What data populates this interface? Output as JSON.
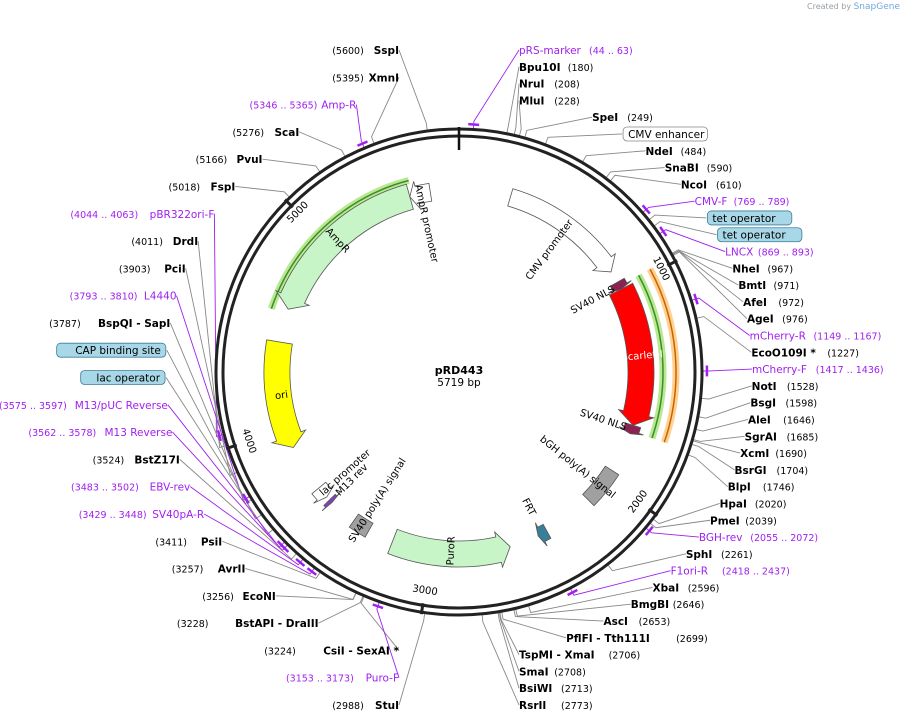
{
  "app": {
    "credit_prefix": "Created by",
    "brand": "SnapGene"
  },
  "plasmid": {
    "name": "pRD443",
    "size": "5719 bp",
    "length": 5719
  },
  "colors": {
    "enzyme": "#000000",
    "primer": "#a020f0",
    "boxFill": "#a8d8e8",
    "boxStroke": "#3c7d9a",
    "AmpR": "#c8f5c8",
    "ori": "#ffff00",
    "mScarlet": "#ff0000",
    "PuroR": "#c8f5c8",
    "sv40nls": "#8b2252",
    "signal": "#a0a0a0",
    "promoterFill": "#ffffff",
    "frt": "#3a7f99",
    "rim": "#333333"
  },
  "ticks": [
    {
      "label": "1000",
      "bp": 1000
    },
    {
      "label": "2000",
      "bp": 2000
    },
    {
      "label": "3000",
      "bp": 3000
    },
    {
      "label": "4000",
      "bp": 4000
    },
    {
      "label": "5000",
      "bp": 5000
    }
  ],
  "features": [
    {
      "name": "CMV promoter",
      "kind": "promoter",
      "start": 260,
      "end": 900,
      "dir": 1,
      "r": 182,
      "label_pos": "inner"
    },
    {
      "name": "SV40 NLS",
      "kind": "nls",
      "start": 960,
      "end": 1000,
      "dir": 1,
      "r": 182,
      "label_pos": "inner"
    },
    {
      "name": "mScarlet-I",
      "kind": "cds",
      "start": 1000,
      "end": 1700,
      "dir": 1,
      "r": 182,
      "label_pos": "on"
    },
    {
      "name": "SV40 NLS",
      "kind": "nls",
      "start": 1700,
      "end": 1745,
      "dir": 1,
      "r": 182,
      "label_pos": "inner"
    },
    {
      "name": "bGH poly(A) signal",
      "kind": "signal",
      "start": 1950,
      "end": 2140,
      "dir": 0,
      "r": 182,
      "label_pos": "inner"
    },
    {
      "name": "FRT",
      "kind": "frt",
      "start": 2400,
      "end": 2450,
      "dir": 1,
      "r": 182,
      "label_pos": "inner"
    },
    {
      "name": "PuroR",
      "kind": "cds",
      "start": 2600,
      "end": 3200,
      "dir": -1,
      "r": 182,
      "label_pos": "on"
    },
    {
      "name": "SV40 poly(A) signal",
      "kind": "signal",
      "start": 3330,
      "end": 3420,
      "dir": 0,
      "r": 182,
      "label_pos": "inner"
    },
    {
      "name": "M13 rev",
      "kind": "primer_bind",
      "start": 3562,
      "end": 3580,
      "dir": -1,
      "r": 182,
      "label_pos": "inner"
    },
    {
      "name": "lac promoter",
      "kind": "promoter",
      "start": 3600,
      "end": 3660,
      "dir": -1,
      "r": 182,
      "label_pos": "inner"
    },
    {
      "name": "ori",
      "kind": "ori",
      "start": 3900,
      "end": 4440,
      "dir": -1,
      "r": 182,
      "label_pos": "on"
    },
    {
      "name": "AmpR",
      "kind": "cds",
      "start": 4610,
      "end": 5470,
      "dir": -1,
      "r": 182,
      "label_pos": "on"
    },
    {
      "name": "AmpR promoter",
      "kind": "promoter",
      "start": 5470,
      "end": 5575,
      "dir": -1,
      "r": 182,
      "label_pos": "inner"
    }
  ],
  "highlights": [
    {
      "name": "AmpR",
      "start": 4585,
      "end": 5485,
      "r": 198,
      "color": "#b8e890",
      "line": "#3c8c2c"
    },
    {
      "name": "mScarlet-I",
      "start": 980,
      "end": 1730,
      "r": 204,
      "color": "#b8e890",
      "line": "#3c8c2c"
    },
    {
      "name": "mScarlet-I orange",
      "start": 980,
      "end": 1730,
      "r": 217,
      "color": "#ffd090",
      "line": "#c86400"
    }
  ],
  "labels": [
    {
      "text": "SspI",
      "pos": "(5600)",
      "bp": 5600,
      "type": "enzyme",
      "side": "L"
    },
    {
      "text": "XmnI",
      "pos": "(5395)",
      "bp": 5395,
      "type": "enzyme",
      "side": "L"
    },
    {
      "text": "Amp-R",
      "pos": "(5346 .. 5365)",
      "bp": 5355,
      "type": "primer",
      "side": "L"
    },
    {
      "text": "ScaI",
      "pos": "(5276)",
      "bp": 5276,
      "type": "enzyme",
      "side": "L"
    },
    {
      "text": "PvuI",
      "pos": "(5166)",
      "bp": 5166,
      "type": "enzyme",
      "side": "L"
    },
    {
      "text": "FspI",
      "pos": "(5018)",
      "bp": 5018,
      "type": "enzyme",
      "side": "L"
    },
    {
      "text": "pBR322ori-F",
      "pos": "(4044 .. 4063)",
      "bp": 4053,
      "type": "primer",
      "side": "L"
    },
    {
      "text": "DrdI",
      "pos": "(4011)",
      "bp": 4011,
      "type": "enzyme",
      "side": "L"
    },
    {
      "text": "PciI",
      "pos": "(3903)",
      "bp": 3903,
      "type": "enzyme",
      "side": "L"
    },
    {
      "text": "L4440",
      "pos": "(3793 .. 3810)",
      "bp": 3801,
      "type": "primer",
      "side": "L"
    },
    {
      "text": "BspQI - SapI",
      "pos": "(3787)",
      "bp": 3787,
      "type": "enzyme",
      "side": "L"
    },
    {
      "text": "CAP binding site",
      "pos": "",
      "bp": 3720,
      "type": "box",
      "side": "L"
    },
    {
      "text": "M13/pUC Reverse",
      "pos": "(3575 .. 3597)",
      "bp": 3586,
      "type": "primer",
      "side": "L"
    },
    {
      "text": "lac operator",
      "pos": "",
      "bp": 3650,
      "type": "box",
      "side": "L"
    },
    {
      "text": "M13 Reverse",
      "pos": "(3562 .. 3578)",
      "bp": 3570,
      "type": "primer",
      "side": "L"
    },
    {
      "text": "BstZ17I",
      "pos": "(3524)",
      "bp": 3524,
      "type": "enzyme",
      "side": "L"
    },
    {
      "text": "EBV-rev",
      "pos": "(3483 .. 3502)",
      "bp": 3492,
      "type": "primer",
      "side": "L"
    },
    {
      "text": "SV40pA-R",
      "pos": "(3429 .. 3448)",
      "bp": 3438,
      "type": "primer",
      "side": "L"
    },
    {
      "text": "PsiI",
      "pos": "(3411)",
      "bp": 3411,
      "type": "enzyme",
      "side": "L"
    },
    {
      "text": "AvrII",
      "pos": "(3257)",
      "bp": 3257,
      "type": "enzyme",
      "side": "L"
    },
    {
      "text": "EcoNI",
      "pos": "(3256)",
      "bp": 3256,
      "type": "enzyme",
      "side": "L"
    },
    {
      "text": "BstAPI - DraIII",
      "pos": "(3228)",
      "bp": 3228,
      "type": "enzyme",
      "side": "L"
    },
    {
      "text": "CsiI - SexAI *",
      "pos": "(3224)",
      "bp": 3224,
      "type": "enzyme",
      "side": "L"
    },
    {
      "text": "Puro-F",
      "pos": "(3153 .. 3173)",
      "bp": 3163,
      "type": "primer",
      "side": "L"
    },
    {
      "text": "StuI",
      "pos": "(2988)",
      "bp": 2988,
      "type": "enzyme",
      "side": "L"
    },
    {
      "text": "pRS-marker",
      "pos": "(44 .. 63)",
      "bp": 54,
      "type": "primer",
      "side": "R"
    },
    {
      "text": "Bpu10I",
      "pos": "(180)",
      "bp": 180,
      "type": "enzyme",
      "side": "R"
    },
    {
      "text": "NruI",
      "pos": "(208)",
      "bp": 208,
      "type": "enzyme",
      "side": "R"
    },
    {
      "text": "MluI",
      "pos": "(228)",
      "bp": 228,
      "type": "enzyme",
      "side": "R"
    },
    {
      "text": "SpeI",
      "pos": "(249)",
      "bp": 249,
      "type": "enzyme",
      "side": "R"
    },
    {
      "text": "CMV enhancer",
      "pos": "",
      "bp": 330,
      "type": "featbox",
      "side": "R"
    },
    {
      "text": "NdeI",
      "pos": "(484)",
      "bp": 484,
      "type": "enzyme",
      "side": "R"
    },
    {
      "text": "SnaBI",
      "pos": "(590)",
      "bp": 590,
      "type": "enzyme",
      "side": "R"
    },
    {
      "text": "NcoI",
      "pos": "(610)",
      "bp": 610,
      "type": "enzyme",
      "side": "R"
    },
    {
      "text": "CMV-F",
      "pos": "(769 .. 789)",
      "bp": 779,
      "type": "primer",
      "side": "R"
    },
    {
      "text": "tet operator",
      "pos": "",
      "bp": 815,
      "type": "box",
      "side": "R"
    },
    {
      "text": "tet operator",
      "pos": "",
      "bp": 845,
      "type": "box",
      "side": "R"
    },
    {
      "text": "LNCX",
      "pos": "(869 .. 893)",
      "bp": 881,
      "type": "primer",
      "side": "R"
    },
    {
      "text": "NheI",
      "pos": "(967)",
      "bp": 967,
      "type": "enzyme",
      "side": "R"
    },
    {
      "text": "BmtI",
      "pos": "(971)",
      "bp": 971,
      "type": "enzyme",
      "side": "R"
    },
    {
      "text": "AfeI",
      "pos": "(972)",
      "bp": 972,
      "type": "enzyme",
      "side": "R"
    },
    {
      "text": "AgeI",
      "pos": "(976)",
      "bp": 976,
      "type": "enzyme",
      "side": "R"
    },
    {
      "text": "mCherry-R",
      "pos": "(1149 .. 1167)",
      "bp": 1158,
      "type": "primer",
      "side": "R"
    },
    {
      "text": "EcoO109I *",
      "pos": "(1227)",
      "bp": 1227,
      "type": "enzyme",
      "side": "R"
    },
    {
      "text": "mCherry-F",
      "pos": "(1417 .. 1436)",
      "bp": 1426,
      "type": "primer",
      "side": "R"
    },
    {
      "text": "NotI",
      "pos": "(1528)",
      "bp": 1528,
      "type": "enzyme",
      "side": "R"
    },
    {
      "text": "BsgI",
      "pos": "(1598)",
      "bp": 1598,
      "type": "enzyme",
      "side": "R"
    },
    {
      "text": "AleI",
      "pos": "(1646)",
      "bp": 1646,
      "type": "enzyme",
      "side": "R"
    },
    {
      "text": "SgrAI",
      "pos": "(1685)",
      "bp": 1685,
      "type": "enzyme",
      "side": "R"
    },
    {
      "text": "XcmI",
      "pos": "(1690)",
      "bp": 1690,
      "type": "enzyme",
      "side": "R"
    },
    {
      "text": "BsrGI",
      "pos": "(1704)",
      "bp": 1704,
      "type": "enzyme",
      "side": "R"
    },
    {
      "text": "BlpI",
      "pos": "(1746)",
      "bp": 1746,
      "type": "enzyme",
      "side": "R"
    },
    {
      "text": "HpaI",
      "pos": "(2020)",
      "bp": 2020,
      "type": "enzyme",
      "side": "R"
    },
    {
      "text": "PmeI",
      "pos": "(2039)",
      "bp": 2039,
      "type": "enzyme",
      "side": "R"
    },
    {
      "text": "BGH-rev",
      "pos": "(2055 .. 2072)",
      "bp": 2063,
      "type": "primer",
      "side": "R"
    },
    {
      "text": "SphI",
      "pos": "(2261)",
      "bp": 2261,
      "type": "enzyme",
      "side": "R"
    },
    {
      "text": "F1ori-R",
      "pos": "(2418 .. 2437)",
      "bp": 2427,
      "type": "primer",
      "side": "R"
    },
    {
      "text": "XbaI",
      "pos": "(2596)",
      "bp": 2596,
      "type": "enzyme",
      "side": "R"
    },
    {
      "text": "BmgBI",
      "pos": "(2646)",
      "bp": 2646,
      "type": "enzyme",
      "side": "R"
    },
    {
      "text": "AscI",
      "pos": "(2653)",
      "bp": 2653,
      "type": "enzyme",
      "side": "R"
    },
    {
      "text": "PflFI - Tth111I",
      "pos": "(2699)",
      "bp": 2699,
      "type": "enzyme",
      "side": "R"
    },
    {
      "text": "TspMI - XmaI",
      "pos": "(2706)",
      "bp": 2706,
      "type": "enzyme",
      "side": "R"
    },
    {
      "text": "SmaI",
      "pos": "(2708)",
      "bp": 2708,
      "type": "enzyme",
      "side": "R"
    },
    {
      "text": "BsiWI",
      "pos": "(2713)",
      "bp": 2713,
      "type": "enzyme",
      "side": "R"
    },
    {
      "text": "RsrII",
      "pos": "(2773)",
      "bp": 2773,
      "type": "enzyme",
      "side": "R"
    }
  ]
}
